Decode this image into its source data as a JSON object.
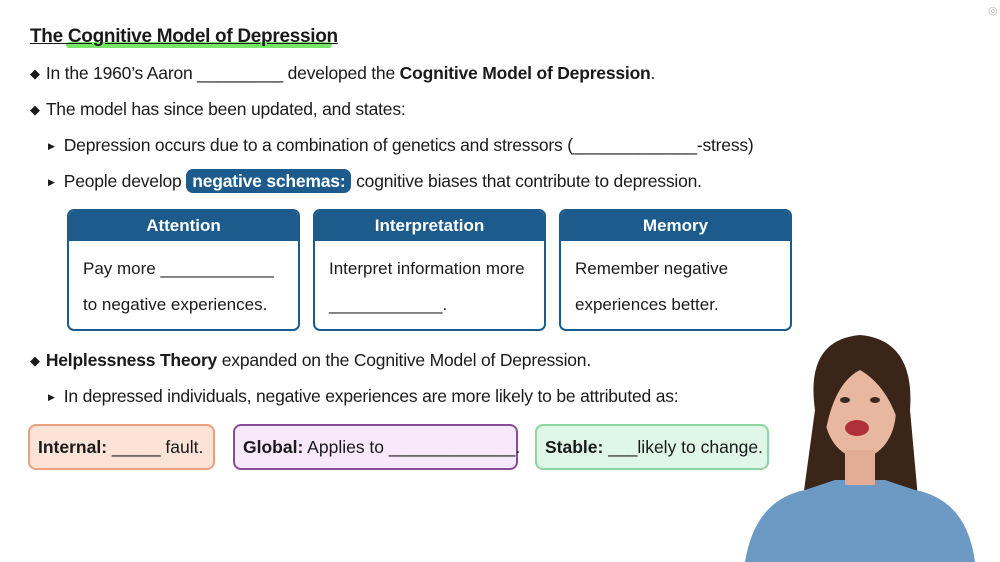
{
  "title": "The Cognitive Model of Depression",
  "bullets": {
    "b1": {
      "pre": "In the 1960’s Aaron ",
      "blank": "_________",
      "mid": " developed the ",
      "bold": "Cognitive Model of Depression",
      "end": "."
    },
    "b2": "The model has since been updated, and states:",
    "s1": {
      "text": "Depression occurs due to a combination of genetics and stressors (",
      "blank": "_____________",
      "end": "-stress)"
    },
    "s2": {
      "pre": "People develop ",
      "pill": "negative schemas:",
      "end": " cognitive biases that contribute to depression."
    },
    "b3": {
      "bold": "Helplessness Theory",
      "end": " expanded on the Cognitive Model of Depression."
    },
    "s3": "In depressed individuals, negative experiences are more likely to be attributed as:"
  },
  "cards": [
    {
      "header": "Attention",
      "line1": "Pay more ____________",
      "line2": "to negative experiences."
    },
    {
      "header": "Interpretation",
      "line1": "Interpret information more",
      "line2": "____________."
    },
    {
      "header": "Memory",
      "line1": "Remember negative",
      "line2": "experiences better."
    }
  ],
  "attributions": [
    {
      "label": "Internal:",
      "text": " _____ fault.",
      "bg": "#fbe3d8",
      "border": "#e8a07e"
    },
    {
      "label": "Global:",
      "text": " Applies to _____________.",
      "bg": "#f8e8fb",
      "border": "#8a4a9a"
    },
    {
      "label": "Stable:",
      "text": " ___likely to change.",
      "bg": "#dff7e6",
      "border": "#8ed3a0"
    }
  ],
  "colors": {
    "accent": "#1d5b8c",
    "highlight": "#5fe04a"
  }
}
